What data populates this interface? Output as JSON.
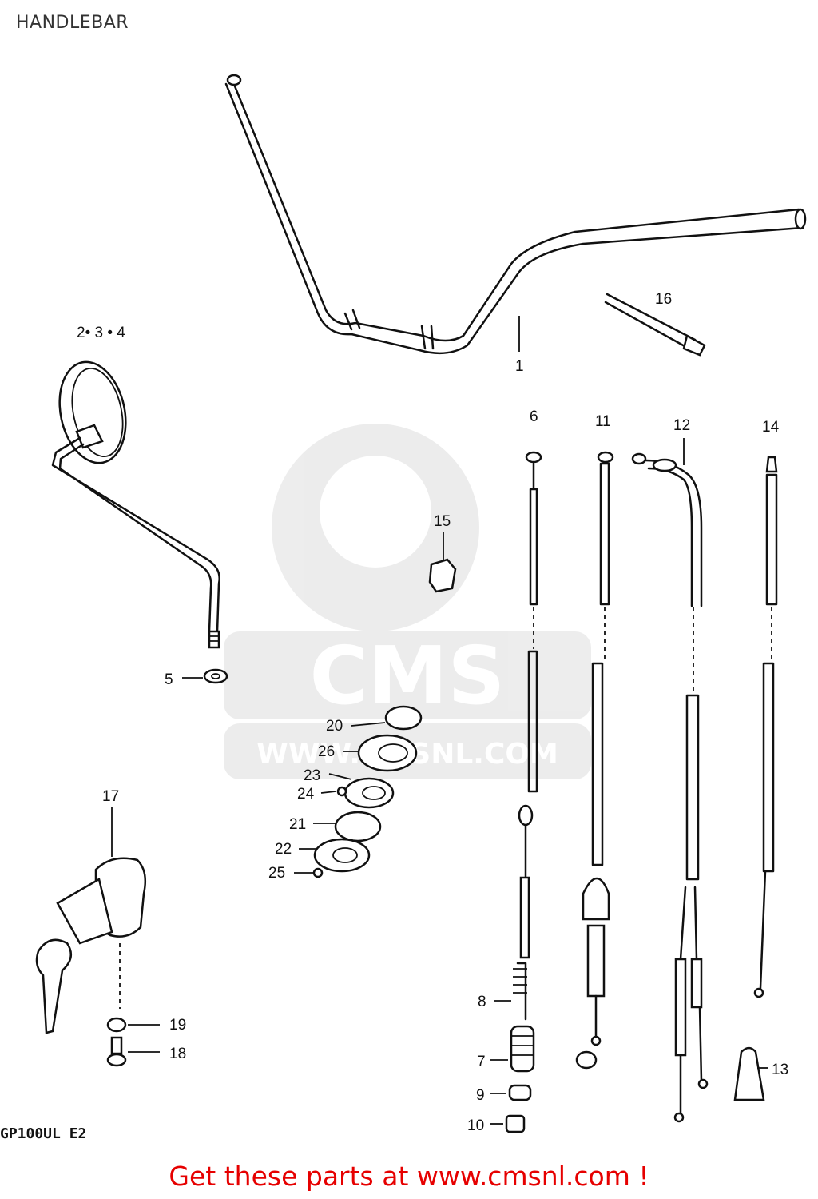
{
  "header": {
    "title": "HANDLEBAR"
  },
  "model_code": "GP100UL E2",
  "watermark": {
    "logo_text": "CMS",
    "url_text": "WWW.CMSNL.COM"
  },
  "footer": {
    "cta": "Get these parts at www.cmsnl.com !",
    "cta_color": "#e60000"
  },
  "callouts": [
    {
      "id": "1",
      "label": "1"
    },
    {
      "id": "2-3-4",
      "label": "2• 3 • 4"
    },
    {
      "id": "5",
      "label": "5"
    },
    {
      "id": "6",
      "label": "6"
    },
    {
      "id": "7",
      "label": "7"
    },
    {
      "id": "8",
      "label": "8"
    },
    {
      "id": "9",
      "label": "9"
    },
    {
      "id": "10",
      "label": "10"
    },
    {
      "id": "11",
      "label": "11"
    },
    {
      "id": "12",
      "label": "12"
    },
    {
      "id": "13",
      "label": "13"
    },
    {
      "id": "14",
      "label": "14"
    },
    {
      "id": "15",
      "label": "15"
    },
    {
      "id": "16",
      "label": "16"
    },
    {
      "id": "17",
      "label": "17"
    },
    {
      "id": "18",
      "label": "18"
    },
    {
      "id": "19",
      "label": "19"
    },
    {
      "id": "20",
      "label": "20"
    },
    {
      "id": "21",
      "label": "21"
    },
    {
      "id": "22",
      "label": "22"
    },
    {
      "id": "23",
      "label": "23"
    },
    {
      "id": "24",
      "label": "24"
    },
    {
      "id": "25",
      "label": "25"
    },
    {
      "id": "26",
      "label": "26"
    }
  ]
}
